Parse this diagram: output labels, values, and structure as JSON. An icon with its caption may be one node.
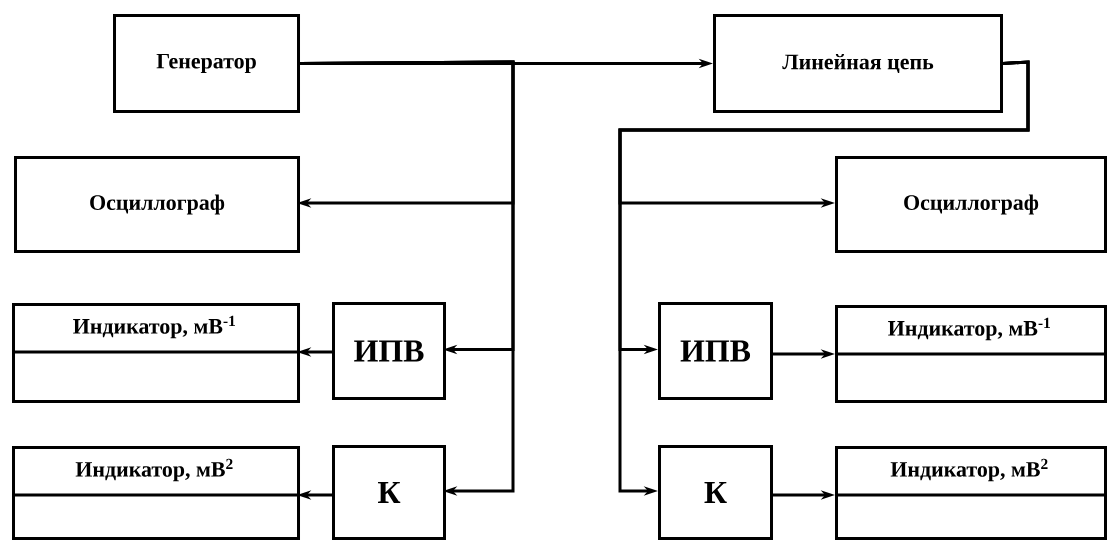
{
  "diagram": {
    "nodes": [
      {
        "text": [
          "Генератор"
        ]
      },
      {
        "text": [
          "Линейная цепь"
        ]
      },
      {
        "text": [
          "Осциллограф"
        ]
      },
      {
        "text": [
          "Осциллограф"
        ]
      },
      {
        "text": [
          "Индикатор, мВ$^{-1}$"
        ]
      },
      {
        "text": [
          "ИПВ"
        ]
      },
      {
        "text": [
          "ИПВ"
        ]
      },
      {
        "text": [
          "Индикатор, мВ$^{-1}$"
        ]
      },
      {
        "text": [
          "Индикатор, мВ$^{2}$"
        ]
      },
      {
        "text": [
          "К"
        ]
      },
      {
        "text": [
          "К"
        ]
      },
      {
        "text": [
          "Индикатор, мВ$^{2}$"
        ]
      }
    ],
    "edges": [
      {
        "from": 0,
        "to": 1,
        "arrow": "to"
      },
      {
        "from": 0,
        "to": 2,
        "arrow": "to"
      },
      {
        "from": 0,
        "to": 5,
        "arrow": "to"
      },
      {
        "from": 0,
        "to": 9,
        "arrow": "to"
      },
      {
        "from": 1,
        "to": 3,
        "arrow": "to"
      },
      {
        "from": 1,
        "to": 6,
        "arrow": "to"
      },
      {
        "from": 1,
        "to": 10,
        "arrow": "to"
      },
      {
        "from": 5,
        "to": 4,
        "arrow": "to"
      },
      {
        "from": 6,
        "to": 7,
        "arrow": "to"
      },
      {
        "from": 9,
        "to": 8,
        "arrow": "to"
      },
      {
        "from": 10,
        "to": 11,
        "arrow": "to"
      }
    ]
  }
}
